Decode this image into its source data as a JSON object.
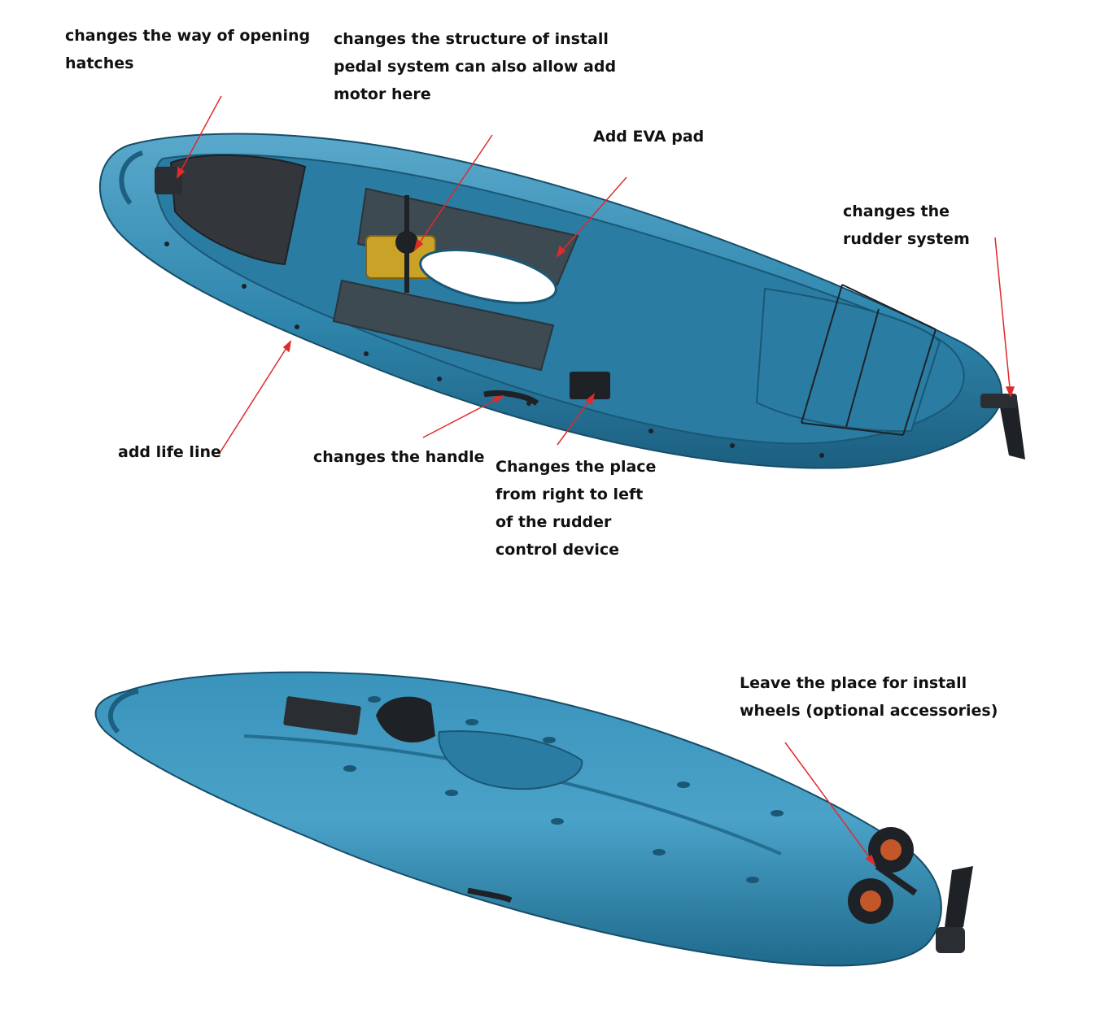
{
  "annotations": {
    "hatches": {
      "lines": [
        "changes the way of opening",
        "hatches"
      ]
    },
    "pedal": {
      "lines": [
        "changes the structure of install",
        "pedal system can also allow add",
        "motor here"
      ]
    },
    "eva": {
      "lines": [
        "Add EVA pad"
      ]
    },
    "rudder": {
      "lines": [
        "changes the",
        "rudder system"
      ]
    },
    "lifeline": {
      "lines": [
        "add life line"
      ]
    },
    "handle": {
      "lines": [
        "changes the handle"
      ]
    },
    "control": {
      "lines": [
        "Changes the place",
        "from right to left",
        "of the rudder",
        "control device"
      ]
    },
    "wheels": {
      "lines": [
        "Leave the place for install",
        "wheels  (optional accessories)"
      ]
    }
  },
  "colors": {
    "hull": "#2f86ad",
    "hull_dark": "#1c5f80",
    "hull_light": "#5aa9cc",
    "deck_pad": "#3e4a52",
    "arrow": "#e02a2a",
    "gold_mount": "#c9a227"
  }
}
